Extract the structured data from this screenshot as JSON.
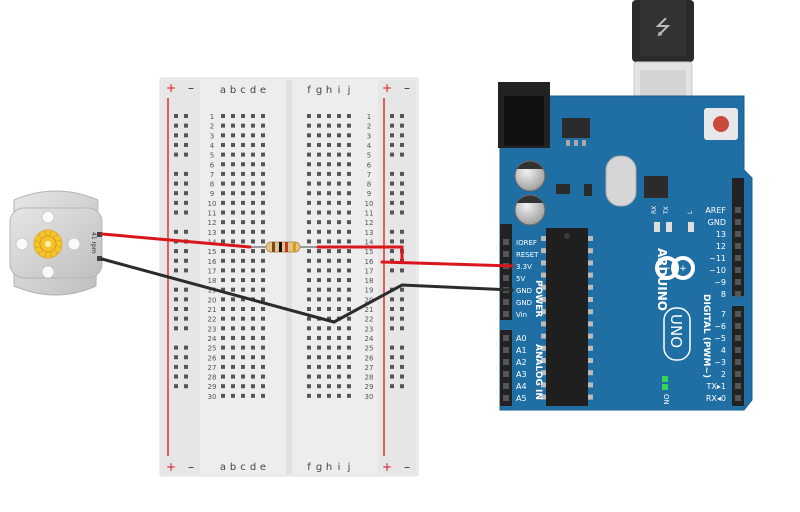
{
  "motor": {
    "speed_label": "41 rpm"
  },
  "breadboard": {
    "columns_left": [
      "a",
      "b",
      "c",
      "d",
      "e"
    ],
    "columns_right": [
      "f",
      "g",
      "h",
      "i",
      "j"
    ],
    "rows": 30,
    "rail_plus": "+",
    "rail_minus": "–"
  },
  "arduino": {
    "brand": "ARDUINO",
    "model": "UNO",
    "on_label": "ON",
    "tx_label": "TX",
    "rx_label": "RX",
    "l_label": "L",
    "digital_label": "DIGITAL (PWM~)",
    "power_label": "POWER",
    "analog_label": "ANALOG IN",
    "power_pins": [
      "IOREF",
      "RESET",
      "3.3V",
      "5V",
      "GND",
      "GND",
      "Vin"
    ],
    "analog_pins": [
      "A0",
      "A1",
      "A2",
      "A3",
      "A4",
      "A5"
    ],
    "digital_upper": [
      "AREF",
      "GND",
      "13",
      "12",
      "~11",
      "~10",
      "~9",
      "8"
    ],
    "digital_lower": [
      "7",
      "~6",
      "~5",
      "4",
      "~3",
      "2",
      "TX▸1",
      "RX◂0"
    ]
  },
  "colors": {
    "board_blue": "#1f6fa5",
    "wire_red": "#d9161d",
    "wire_black": "#2b2b2b",
    "breadboard": "#ededed"
  }
}
